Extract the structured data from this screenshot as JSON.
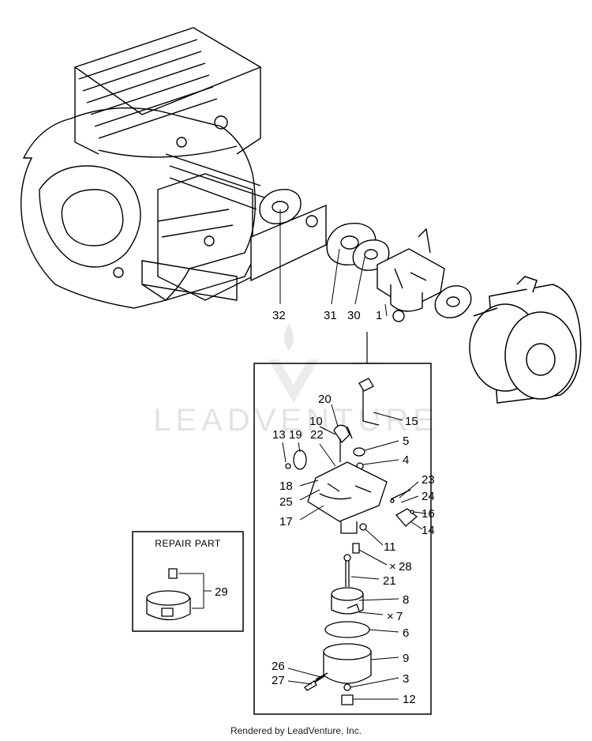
{
  "watermark": "LEADVENTURE",
  "repair_part": {
    "title": "REPAIR PART",
    "callout": "29"
  },
  "engine_callouts": [
    "32",
    "31",
    "30",
    "1"
  ],
  "carb_callouts": {
    "c20": "20",
    "c15": "15",
    "c10": "10",
    "c13": "13",
    "c19": "19",
    "c22": "22",
    "c5": "5",
    "c4": "4",
    "c18": "18",
    "c25": "25",
    "c17": "17",
    "c23": "23",
    "c24": "24",
    "c16": "16",
    "c14": "14",
    "c11": "11",
    "c28": "28",
    "c21": "21",
    "c8": "8",
    "c7": "7",
    "c6": "6",
    "c9": "9",
    "c26": "26",
    "c27": "27",
    "c3": "3",
    "c12": "12"
  },
  "footer": "Rendered by LeadVenture, Inc."
}
